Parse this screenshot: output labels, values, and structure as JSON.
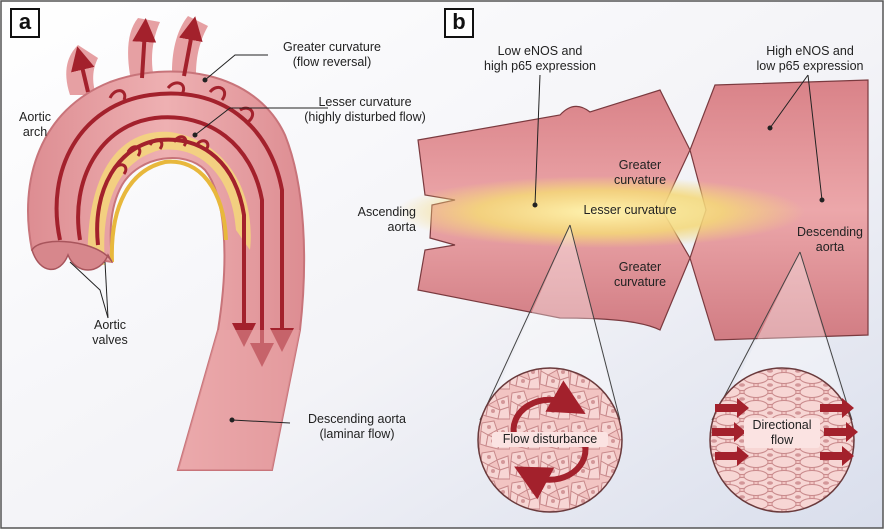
{
  "panels": {
    "a": {
      "letter": "a",
      "labels": {
        "greater_curvature": "Greater curvature\n(flow reversal)",
        "lesser_curvature": "Lesser curvature\n(highly disturbed flow)",
        "aortic_arch": "Aortic\narch",
        "aortic_valves": "Aortic\nvalves",
        "descending_aorta": "Descending aorta\n(laminar flow)"
      }
    },
    "b": {
      "letter": "b",
      "labels": {
        "low_enos": "Low eNOS and\nhigh p65 expression",
        "high_enos": "High eNOS and\nlow p65 expression",
        "greater_curvature_top": "Greater\ncurvature",
        "greater_curvature_bottom": "Greater\ncurvature",
        "lesser_curvature": "Lesser curvature",
        "ascending_aorta": "Ascending\naorta",
        "descending_aorta": "Descending\naorta",
        "flow_disturbance": "Flow disturbance",
        "directional_flow": "Directional\nflow"
      }
    }
  },
  "colors": {
    "vessel": "#e39a9e",
    "vessel_dark": "#b9585f",
    "arrow": "#a3212c",
    "highlight": "#f6e08a",
    "background_right": "#dde2ee"
  }
}
